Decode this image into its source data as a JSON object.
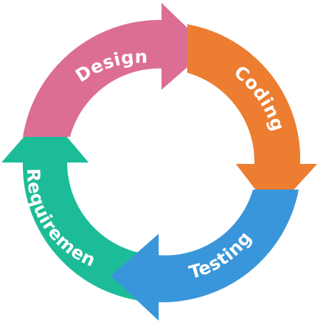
{
  "diagram": {
    "segments": [
      {
        "id": "design",
        "label": "Design",
        "color": "#DC6E96"
      },
      {
        "id": "coding",
        "label": "Coding",
        "color": "#ED7D31"
      },
      {
        "id": "testing",
        "label": "Testing",
        "color": "#3A96DA"
      },
      {
        "id": "requirement",
        "label": "Requirement",
        "color": "#1DBC98"
      }
    ]
  }
}
